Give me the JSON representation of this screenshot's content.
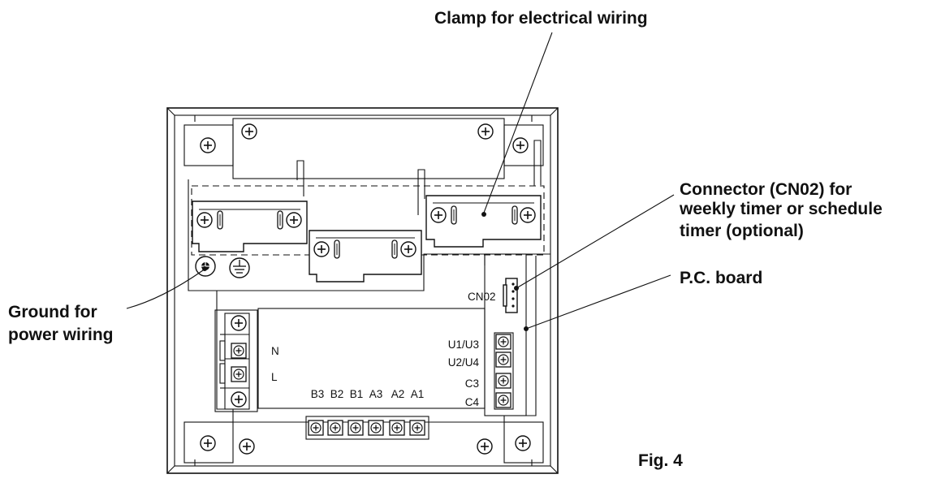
{
  "callouts": {
    "clamp": "Clamp for electrical wiring",
    "connector": [
      "Connector (CN02) for",
      "weekly timer or schedule",
      "timer (optional)"
    ],
    "pcboard": "P.C. board",
    "ground": [
      "Ground for",
      "power wiring"
    ]
  },
  "figure_label": "Fig. 4",
  "board_labels": {
    "cn02": "CN02",
    "n": "N",
    "l": "L",
    "u1u3": "U1/U3",
    "u2u4": "U2/U4",
    "c3": "C3",
    "c4": "C4",
    "bottom_terminals": [
      "B3",
      "B2",
      "B1",
      "A3",
      "A2",
      "A1"
    ]
  }
}
